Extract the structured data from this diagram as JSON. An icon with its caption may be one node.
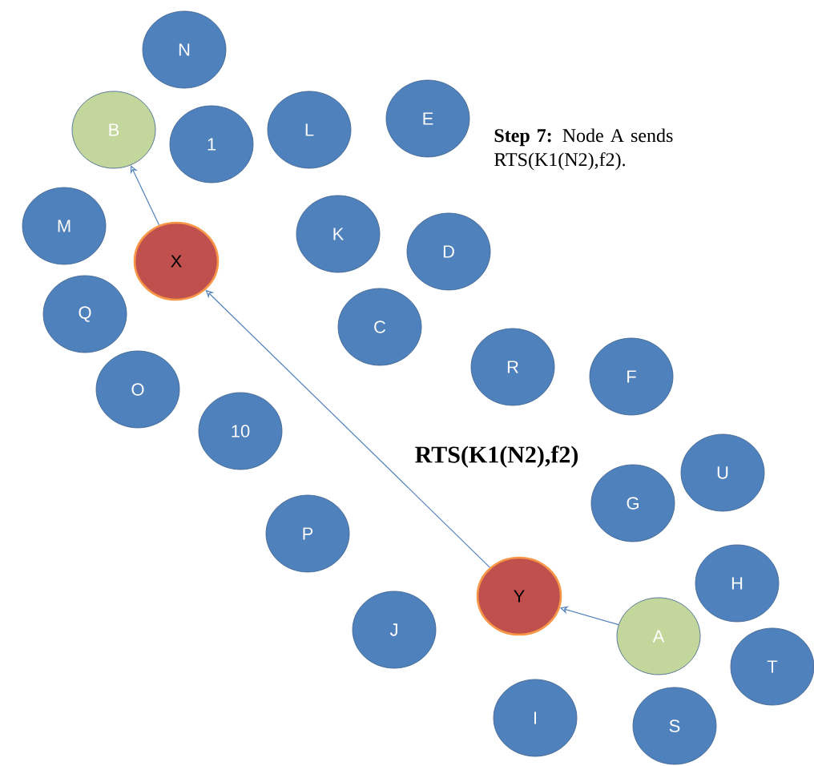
{
  "diagram": {
    "nodes": [
      {
        "text": [
          "N"
        ]
      },
      {
        "text": [
          "B"
        ]
      },
      {
        "text": [
          "1"
        ]
      },
      {
        "text": [
          "L"
        ]
      },
      {
        "text": [
          "E"
        ]
      },
      {
        "text": [
          "M"
        ]
      },
      {
        "text": [
          "X"
        ]
      },
      {
        "text": [
          "K"
        ]
      },
      {
        "text": [
          "D"
        ]
      },
      {
        "text": [
          "Q"
        ]
      },
      {
        "text": [
          "C"
        ]
      },
      {
        "text": [
          "R"
        ]
      },
      {
        "text": [
          "F"
        ]
      },
      {
        "text": [
          "O"
        ]
      },
      {
        "text": [
          "10"
        ]
      },
      {
        "text": [
          "G"
        ]
      },
      {
        "text": [
          "U"
        ]
      },
      {
        "text": [
          "P"
        ]
      },
      {
        "text": [
          "H"
        ]
      },
      {
        "text": [
          "Y"
        ]
      },
      {
        "text": [
          "J"
        ]
      },
      {
        "text": [
          "A"
        ]
      },
      {
        "text": [
          "T"
        ]
      },
      {
        "text": [
          "I"
        ]
      },
      {
        "text": [
          "S"
        ]
      }
    ],
    "edges": [
      {
        "from": 21,
        "to": 19,
        "arrow": "to"
      },
      {
        "from": 19,
        "to": 6,
        "arrow": "to",
        "label": "RTS(K1(N2),f2)"
      },
      {
        "from": 6,
        "to": 1,
        "arrow": "to"
      }
    ],
    "labels": [
      "**Step 7:** Node A sends RTS(K1(N2),f2)."
    ]
  }
}
